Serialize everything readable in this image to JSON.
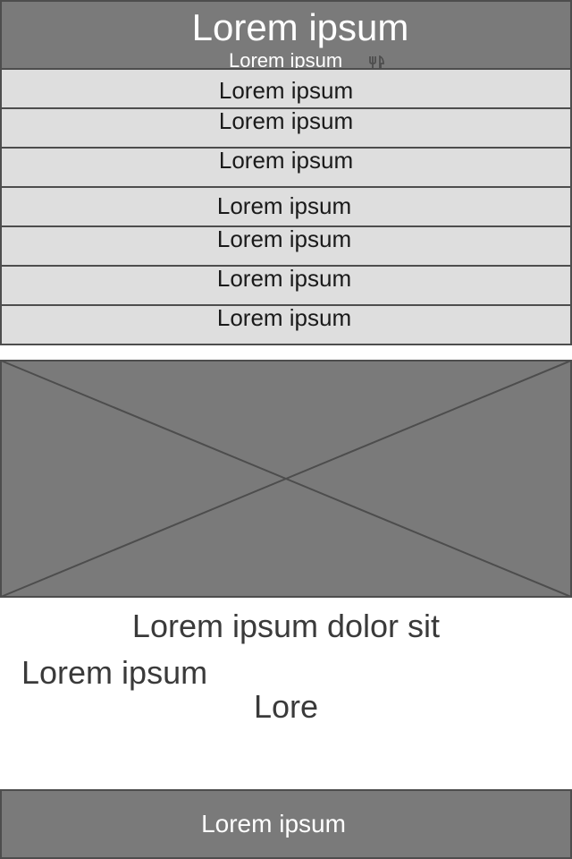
{
  "header": {
    "title": "Lorem ipsum",
    "subtitle": "Lorem ipsum",
    "icon": "fork-knife-icon"
  },
  "menu": {
    "items": [
      {
        "label": "Lorem ipsum"
      },
      {
        "label": "Lorem ipsum"
      },
      {
        "label": "Lorem ipsum"
      },
      {
        "label": "Lorem ipsum"
      },
      {
        "label": "Lorem ipsum"
      },
      {
        "label": "Lorem ipsum"
      },
      {
        "label": "Lorem ipsum"
      }
    ]
  },
  "content": {
    "caption": "Lorem ipsum dolor sit",
    "subcaption": "Lorem ipsum",
    "tiny": "Lore"
  },
  "footer": {
    "label": "Lorem ipsum"
  },
  "colors": {
    "bar": "#7a7a7a",
    "item": "#dedede",
    "border": "#4d4d4d"
  }
}
